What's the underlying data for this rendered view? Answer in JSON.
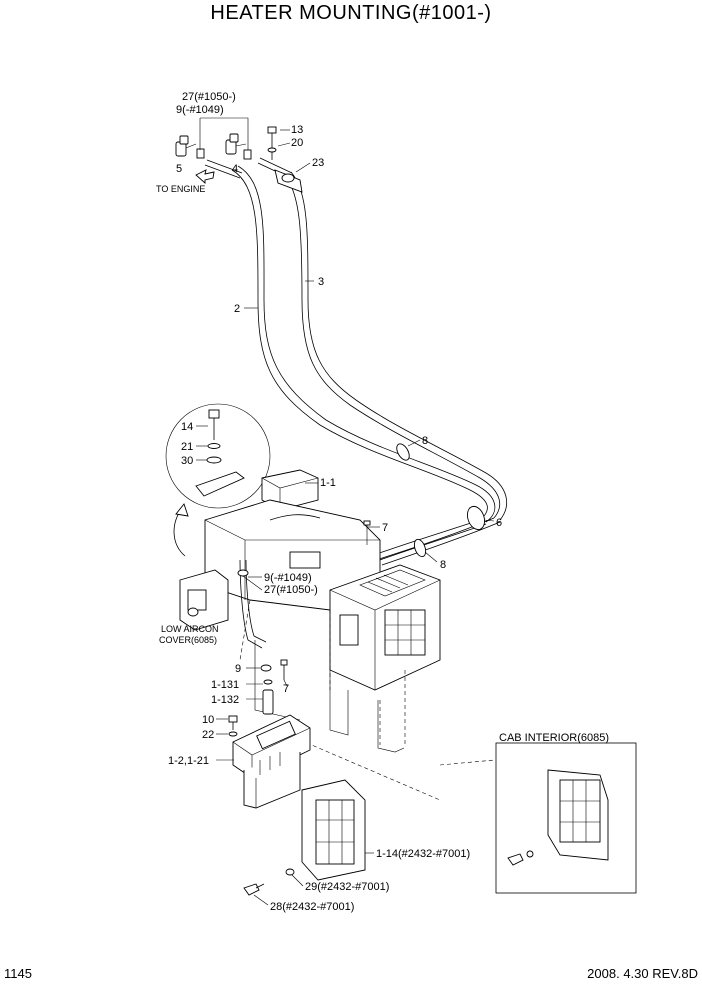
{
  "title": "HEATER MOUNTING(#1001-)",
  "footer": {
    "page": "1145",
    "revision": "2008. 4.30  REV.8D"
  },
  "callouts": {
    "c27a": "27(#1050-)",
    "c9a": "9(-#1049)",
    "c13": "13",
    "c20": "20",
    "c23": "23",
    "c5": "5",
    "c4": "4",
    "to_engine": "TO ENGINE",
    "c3": "3",
    "c2": "2",
    "c14": "14",
    "c21": "21",
    "c30": "30",
    "c8a": "8",
    "c1_1": "1-1",
    "c6": "6",
    "c7a": "7",
    "c8b": "8",
    "c9b": "9(-#1049)",
    "c27b": "27(#1050-)",
    "low_aircon": "LOW AIRCON",
    "cover": "COVER(6085)",
    "c9c": "9",
    "c1_131": "1-131",
    "c7b": "7",
    "c1_132": "1-132",
    "c10": "10",
    "c22": "22",
    "c1_2": "1-2,1-21",
    "cab_interior": "CAB INTERIOR(6085)",
    "c1_14": "1-14(#2432-#7001)",
    "c29": "29(#2432-#7001)",
    "c28": "28(#2432-#7001)"
  }
}
